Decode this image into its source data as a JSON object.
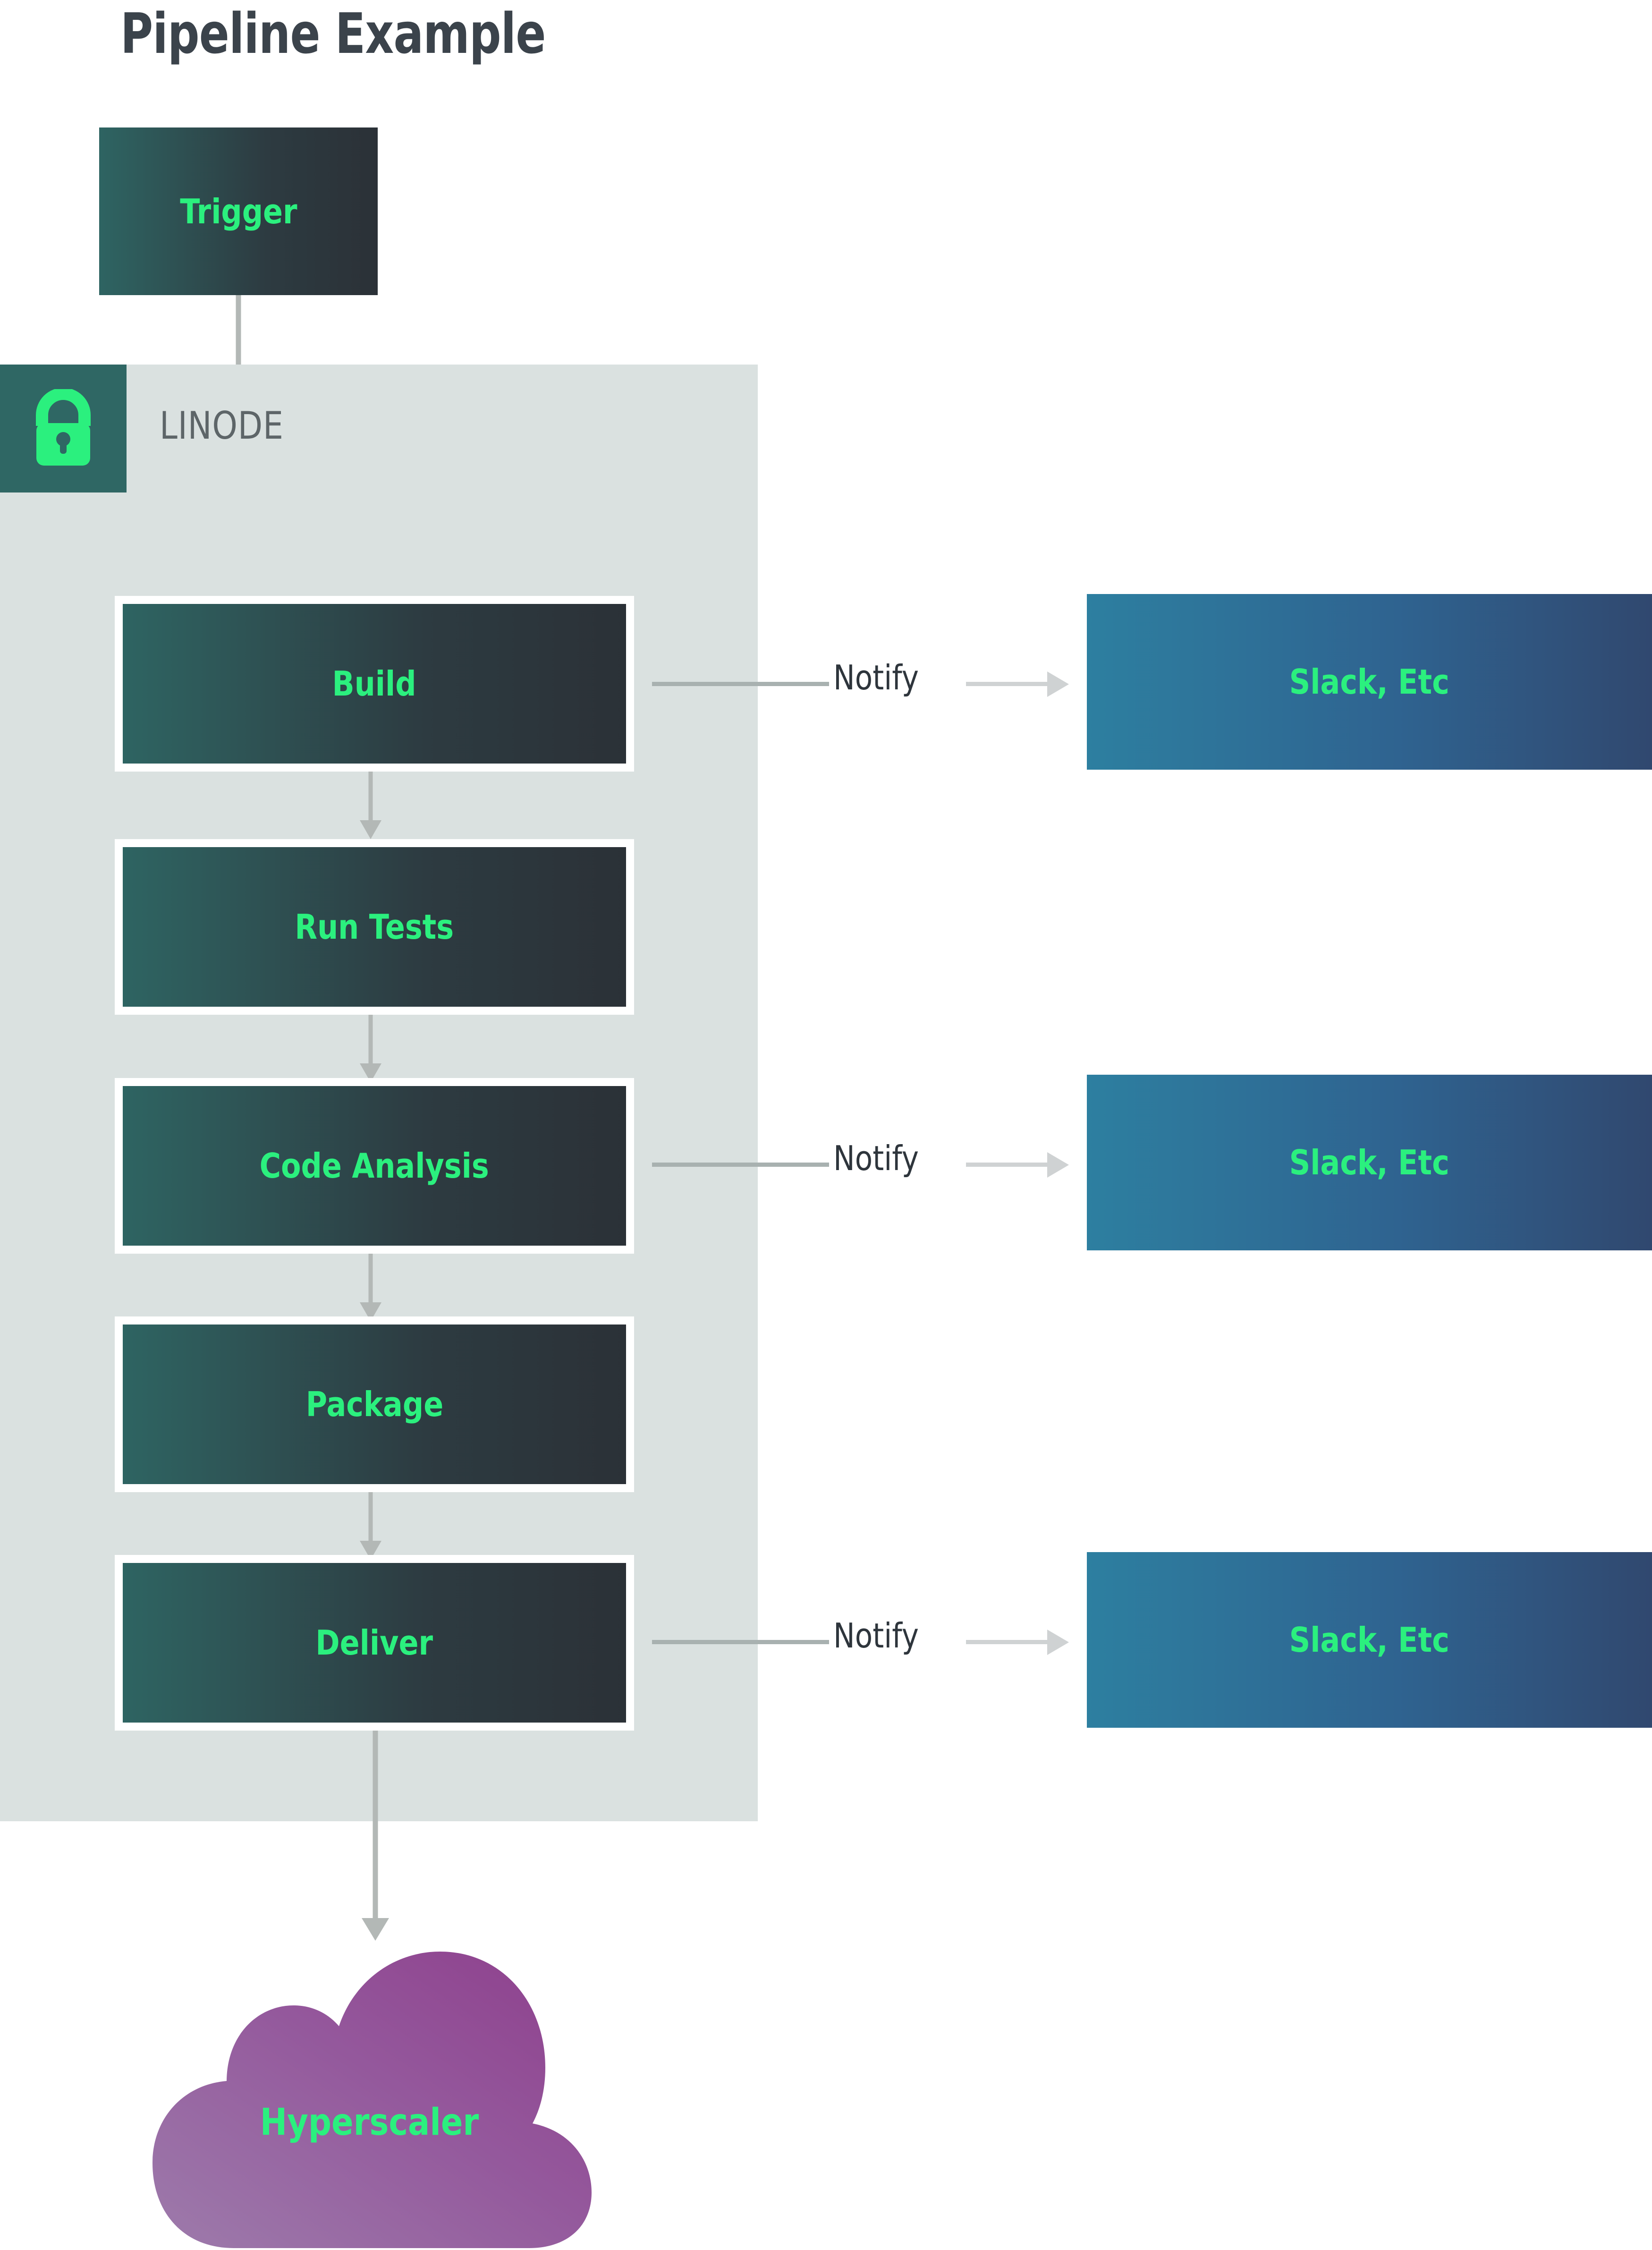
{
  "title": "Pipeline Example",
  "boundary": {
    "label": "LINODE",
    "icon": "lock-icon",
    "badge_color": "#2f6764",
    "panel_color": "#dae1e0",
    "icon_color": "#2bf07e"
  },
  "colors": {
    "stage_gradient_from": "#2e6462",
    "stage_gradient_to": "#2b3137",
    "stage_text": "#2bf07e",
    "notify_gradient_from": "#2d7fa0",
    "notify_gradient_to": "#30486f",
    "cloud_gradient_from": "#9b77a8",
    "cloud_gradient_to": "#8f3f8a",
    "title_color": "#3b434b",
    "label_color": "#5d6568",
    "arrow_color": "#b3b8b6",
    "connector_color": "#cfd2d3"
  },
  "trigger": {
    "label": "Trigger"
  },
  "stages": [
    {
      "label": "Build"
    },
    {
      "label": "Run Tests"
    },
    {
      "label": "Code Analysis"
    },
    {
      "label": "Package"
    },
    {
      "label": "Deliver"
    }
  ],
  "notifications": [
    {
      "edge_label": "Notify",
      "target_label": "Slack, Etc",
      "from_stage": "Build"
    },
    {
      "edge_label": "Notify",
      "target_label": "Slack, Etc",
      "from_stage": "Code Analysis"
    },
    {
      "edge_label": "Notify",
      "target_label": "Slack, Etc",
      "from_stage": "Deliver"
    }
  ],
  "cloud": {
    "label": "Hyperscaler"
  }
}
